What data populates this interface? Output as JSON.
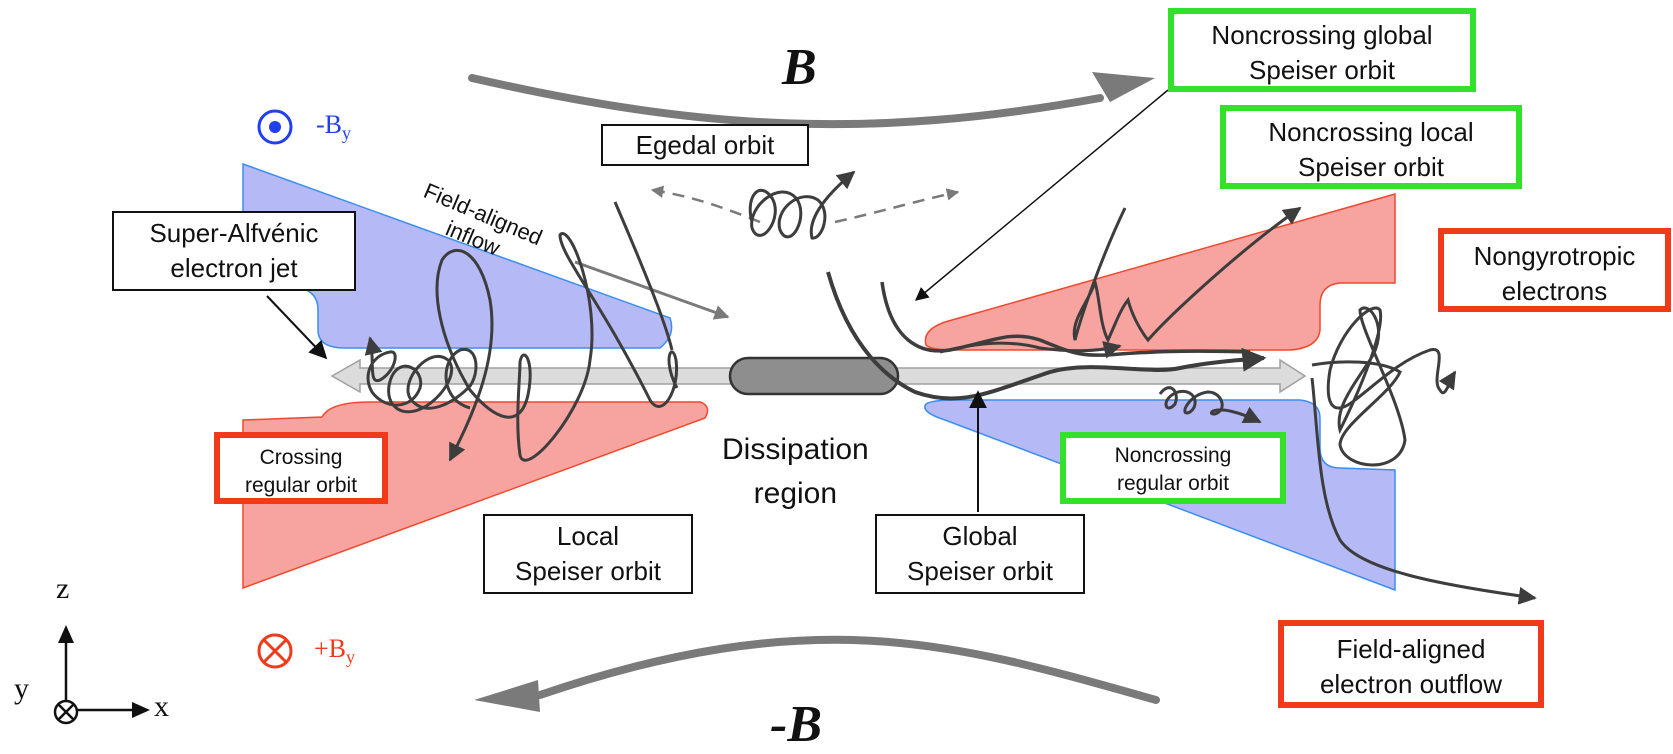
{
  "field": {
    "top_label": "B",
    "bottom_label": "-B"
  },
  "by": {
    "minus_label": "-B",
    "minus_sub": "y",
    "plus_label": "+B",
    "plus_sub": "y"
  },
  "axes": {
    "z": "z",
    "y": "y",
    "x": "x"
  },
  "labels": {
    "field_aligned_inflow_line1": "Field-aligned",
    "field_aligned_inflow_line2": "inflow",
    "dissipation_line1": "Dissipation",
    "dissipation_line2": "region"
  },
  "boxes": {
    "egedal": [
      "Egedal orbit"
    ],
    "super_alfvenic": [
      "Super-Alfvénic",
      "electron jet"
    ],
    "crossing_regular": [
      "Crossing",
      "regular orbit"
    ],
    "local_speiser": [
      "Local",
      "Speiser orbit"
    ],
    "global_speiser": [
      "Global",
      "Speiser orbit"
    ],
    "noncrossing_regular": [
      "Noncrossing",
      "regular orbit"
    ],
    "noncrossing_global": [
      "Noncrossing global",
      "Speiser orbit"
    ],
    "noncrossing_local": [
      "Noncrossing local",
      "Speiser orbit"
    ],
    "nongyrotropic": [
      "Nongyrotropic",
      "electrons"
    ],
    "field_aligned_outflow": [
      "Field-aligned",
      "electron outflow"
    ]
  },
  "colors": {
    "blue_region": "#b5baf6",
    "blue_edge": "#3b8ef0",
    "red_region": "#f7a3a0",
    "red_edge": "#f2492c",
    "green_border": "#33e02a",
    "red_border": "#f13a1a",
    "by_minus": "#1f3ff0",
    "by_plus": "#ee3b1c",
    "field_line": "#7a7a7a",
    "orbit": "#3d3d3d"
  }
}
